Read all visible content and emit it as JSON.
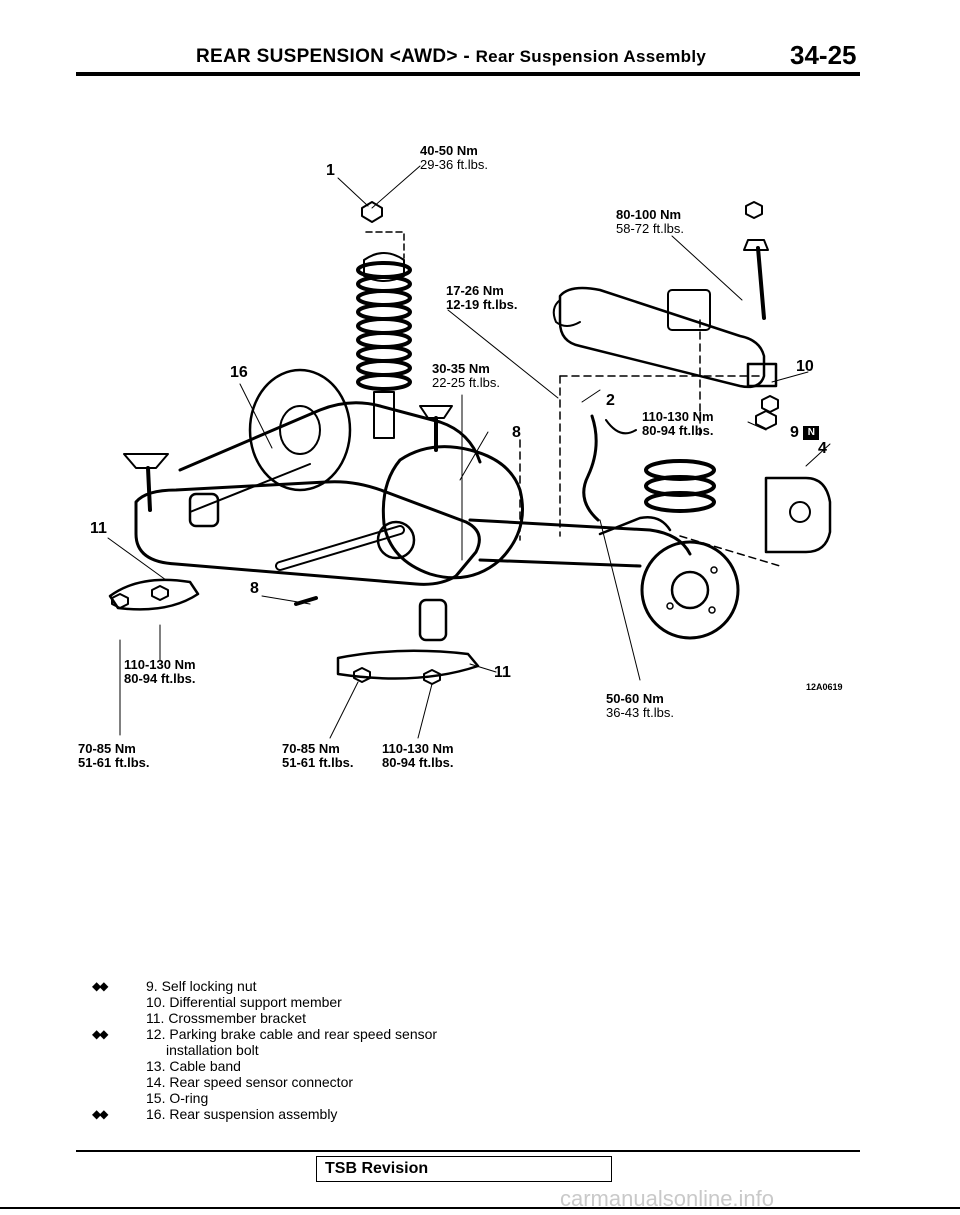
{
  "header": {
    "title_main": "REAR SUSPENSION ",
    "title_tag": "<AWD>",
    "title_dash": " - ",
    "title_sub": "Rear Suspension Assembly",
    "page_number": "34-25"
  },
  "torque_specs": [
    {
      "nm": "40-50 Nm",
      "ftlb": "29-36 ft.lbs."
    },
    {
      "nm": "80-100 Nm",
      "ftlb": "58-72 ft.lbs."
    },
    {
      "nm": "17-26 Nm",
      "ftlb": "12-19 ft.lbs."
    },
    {
      "nm": "30-35 Nm",
      "ftlb": "22-25 ft.lbs."
    },
    {
      "nm": "110-130 Nm",
      "ftlb": "80-94 ft.lbs."
    },
    {
      "nm": "110-130 Nm",
      "ftlb": "80-94 ft.lbs."
    },
    {
      "nm": "50-60 Nm",
      "ftlb": "36-43 ft.lbs."
    },
    {
      "nm": "70-85 Nm",
      "ftlb": "51-61 ft.lbs."
    },
    {
      "nm": "70-85 Nm",
      "ftlb": "51-61 ft.lbs."
    },
    {
      "nm": "110-130 Nm",
      "ftlb": "80-94 ft.lbs."
    }
  ],
  "callouts": [
    "1",
    "16",
    "11",
    "8",
    "8",
    "2",
    "10",
    "9",
    "4",
    "11"
  ],
  "figure_id": "12A0619",
  "legend": [
    {
      "marker": "◆◆",
      "text": "9. Self locking nut"
    },
    {
      "marker": "",
      "text": "10. Differential support member"
    },
    {
      "marker": "",
      "text": "11. Crossmember bracket"
    },
    {
      "marker": "◆◆",
      "text": "12. Parking brake cable and rear speed sensor"
    },
    {
      "marker": "",
      "text": "installation bolt"
    },
    {
      "marker": "",
      "text": "13. Cable band"
    },
    {
      "marker": "",
      "text": "14. Rear speed sensor connector"
    },
    {
      "marker": "",
      "text": "15. O-ring"
    },
    {
      "marker": "◆◆",
      "text": "16. Rear suspension assembly"
    }
  ],
  "footer": {
    "tsb_label": "TSB Revision",
    "watermark": "carmanualsonline.info"
  }
}
